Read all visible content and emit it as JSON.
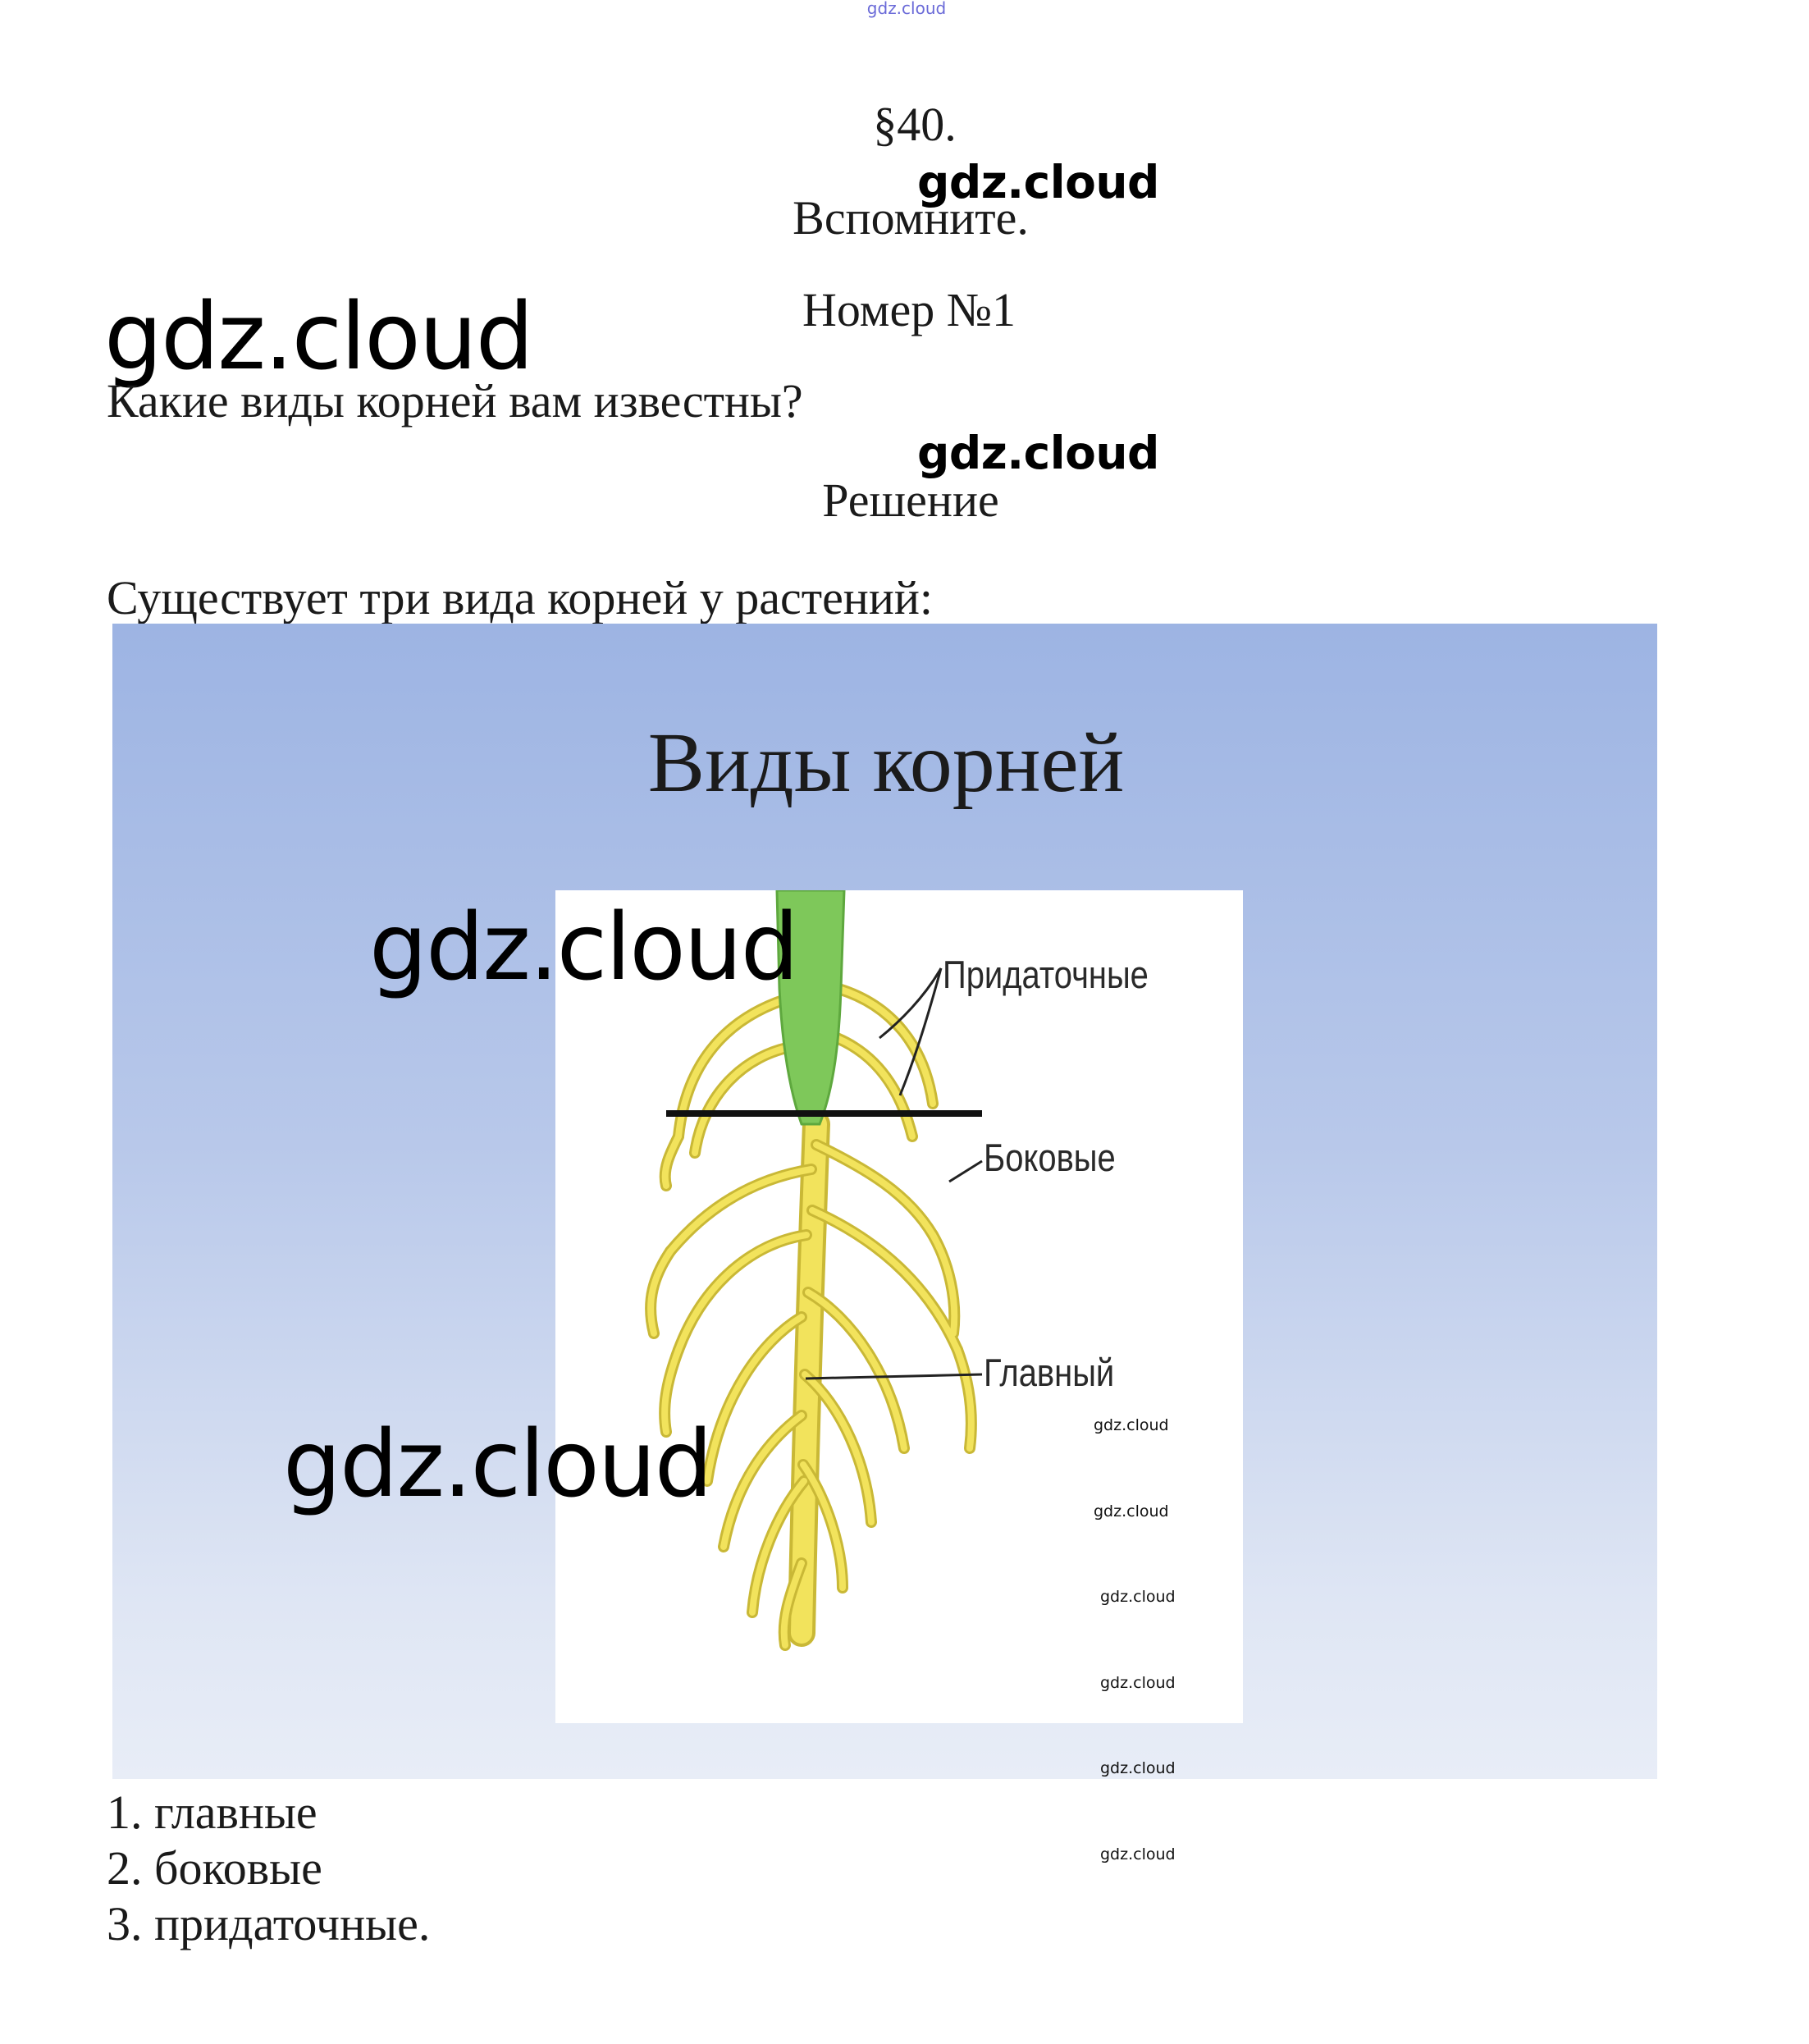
{
  "watermarks": {
    "top_small": "gdz.cloud",
    "text": "gdz.cloud"
  },
  "header": {
    "section": "§40.",
    "recall": "Вспомните.",
    "number": "Номер №1"
  },
  "question": "Какие виды корней вам известны?",
  "solution_heading": "Решение",
  "intro": "Существует три вида корней у растений:",
  "slide": {
    "title": "Виды корней",
    "labels": {
      "adventitious": "Придаточные",
      "lateral": "Боковые",
      "main": "Главный"
    },
    "colors": {
      "background_top": "#9db4e3",
      "background_bottom": "#e8edf7",
      "stem": "#7ec85a",
      "root": "#f0e05a"
    }
  },
  "answer_list": [
    "1. главные",
    "2. боковые",
    "3. придаточные."
  ]
}
